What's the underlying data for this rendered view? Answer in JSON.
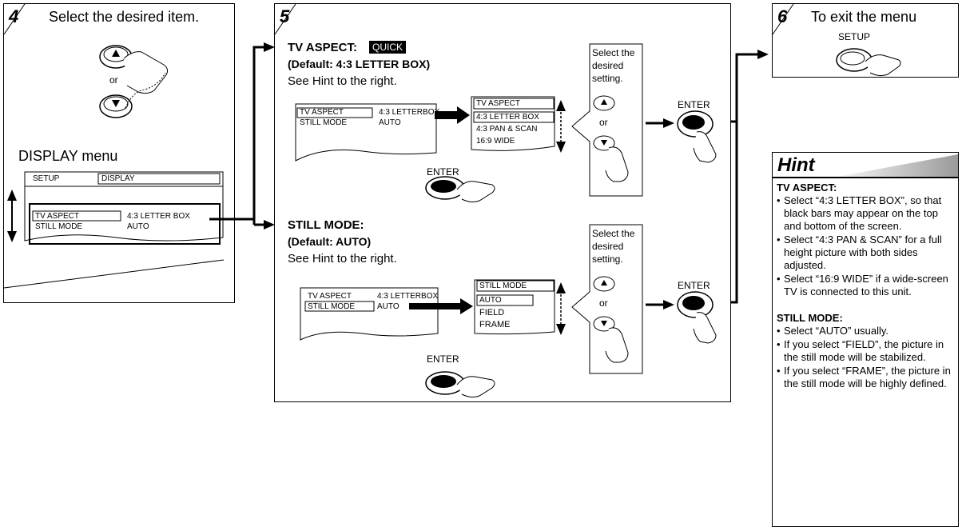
{
  "step4": {
    "number": "4",
    "title": "Select the desired item.",
    "or": "or",
    "menu_heading": "DISPLAY menu",
    "osd": {
      "setup": "SETUP",
      "tab": "DISPLAY",
      "row1_label": "TV ASPECT",
      "row1_value": "4:3 LETTER BOX",
      "row2_label": "STILL MODE",
      "row2_value": "AUTO"
    }
  },
  "step5": {
    "number": "5",
    "aspect": {
      "title": "TV ASPECT:",
      "badge": "QUICK",
      "default": "(Default: 4:3 LETTER BOX)",
      "see_hint": "See Hint to the right.",
      "osd_row1_label": "TV ASPECT",
      "osd_row1_value": "4:3 LETTERBOX",
      "osd_row2_label": "STILL MODE",
      "osd_row2_value": "AUTO",
      "list_title": "TV ASPECT",
      "options": [
        "4:3 LETTER BOX",
        "4:3 PAN & SCAN",
        "16:9 WIDE"
      ],
      "select_text": "Select the desired setting.",
      "or": "or",
      "enter": "ENTER",
      "enter_bottom": "ENTER"
    },
    "still": {
      "title": "STILL MODE:",
      "default": "(Default: AUTO)",
      "see_hint": "See Hint to the right.",
      "osd_row1_label": "TV ASPECT",
      "osd_row1_value": "4:3 LETTERBOX",
      "osd_row2_label": "STILL MODE",
      "osd_row2_value": "AUTO",
      "list_title": "STILL MODE",
      "options": [
        "AUTO",
        "FIELD",
        "FRAME"
      ],
      "select_text": "Select the desired setting.",
      "or": "or",
      "enter": "ENTER",
      "enter_bottom": "ENTER"
    }
  },
  "step6": {
    "number": "6",
    "title": "To exit the menu",
    "button": "SETUP"
  },
  "hint": {
    "title": "Hint",
    "aspect_heading": "TV ASPECT:",
    "aspect_items": [
      "Select “4:3 LETTER BOX”, so that black bars may appear on the top and bottom of the screen.",
      "Select “4:3 PAN & SCAN” for a full height picture with both sides adjusted.",
      "Select “16:9 WIDE” if a wide-screen TV is connected to this unit."
    ],
    "still_heading": "STILL MODE:",
    "still_items": [
      "Select “AUTO” usually.",
      "If you select “FIELD”, the picture in the still mode will be stabilized.",
      "If you select “FRAME”, the picture in the still mode will be highly defined."
    ]
  }
}
